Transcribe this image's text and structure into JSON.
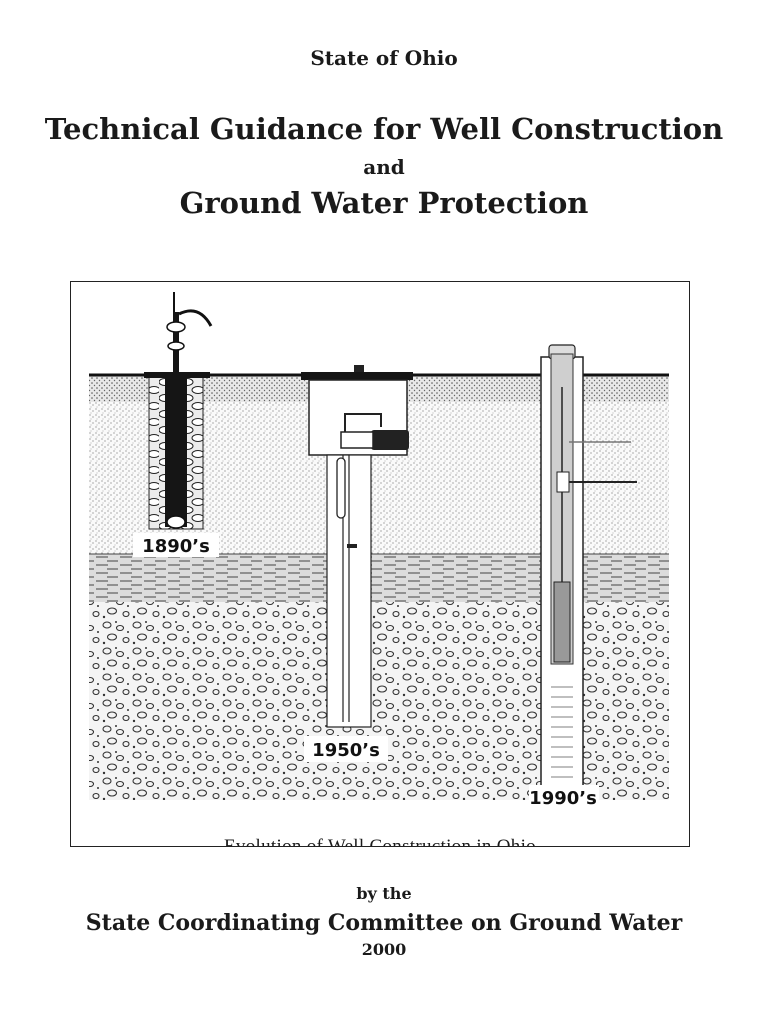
{
  "header": {
    "state": "State of Ohio",
    "title_line1": "Technical Guidance for Well Construction",
    "conjunction": "and",
    "title_line2": "Ground Water Protection"
  },
  "figure": {
    "caption": "Evolution of Well Construction in Ohio",
    "labels": {
      "well_1890": "1890’s",
      "well_1950": "1950’s",
      "well_1990": "1990’s"
    }
  },
  "footer": {
    "by": "by the",
    "committee": "State Coordinating Committee on Ground Water",
    "year": "2000"
  }
}
